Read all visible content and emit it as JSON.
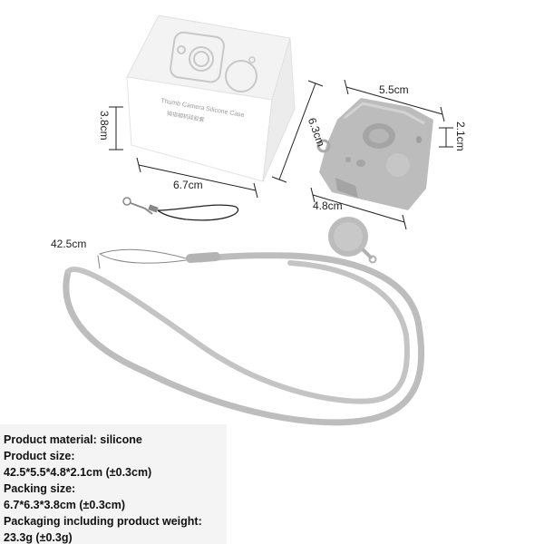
{
  "dimensions": {
    "case_width": "5.5cm",
    "case_depth": "2.1cm",
    "case_height": "4.8cm",
    "box_length": "6.7cm",
    "box_height": "3.8cm",
    "box_width": "6.3cm",
    "lanyard_length": "42.5cm"
  },
  "box_print": {
    "line1": "Thumb Camera Silicone Case",
    "line2": "拇指相机硅胶套"
  },
  "specs": [
    "Product material:  silicone",
    "Product size:",
    "42.5*5.5*4.8*2.1cm (±0.3cm)",
    "Packing size:",
    "6.7*6.3*3.8cm (±0.3cm)",
    "Packaging including product weight:",
    "23.3g (±0.3g)"
  ],
  "colors": {
    "silicone": "#bdbdbd",
    "silicone_dark": "#a9a9a9",
    "box": "#ffffff",
    "spec_panel": "#f4f4f4"
  }
}
